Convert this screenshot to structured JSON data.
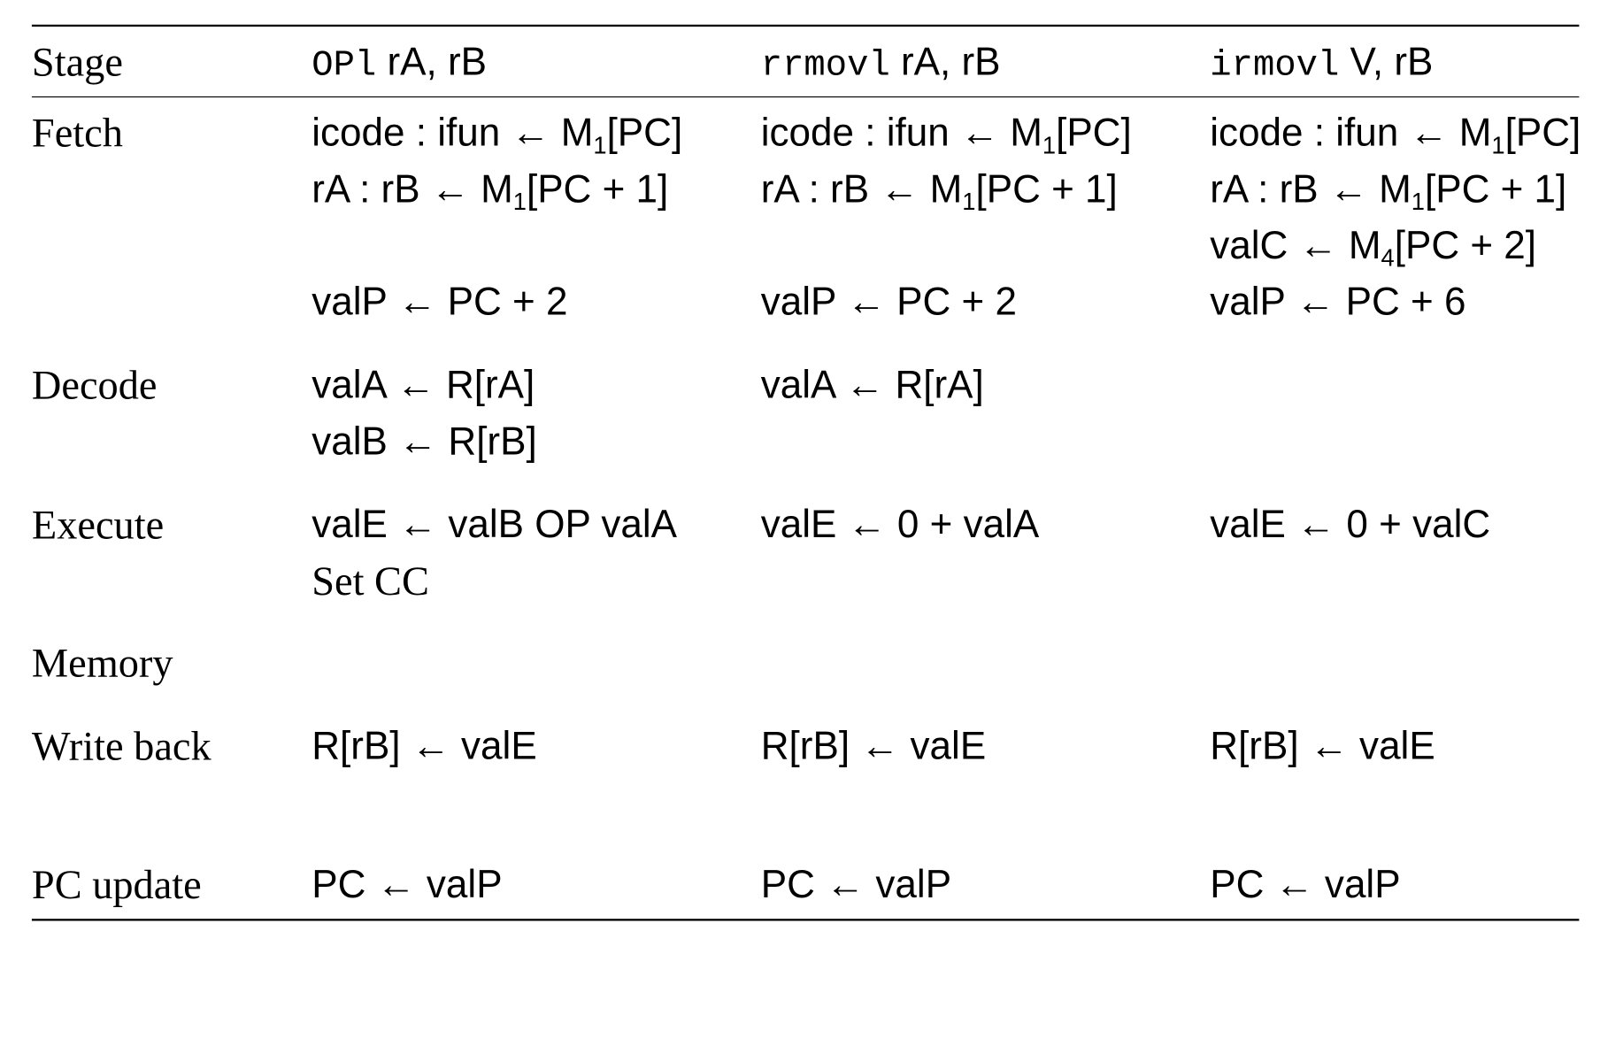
{
  "header": {
    "stage": "Stage",
    "col1_code": "OPl",
    "col1_rest": " rA, rB",
    "col2_code": "rrmovl",
    "col2_rest": " rA, rB",
    "col3_code": "irmovl",
    "col3_rest": " V, rB"
  },
  "stages": {
    "fetch": "Fetch",
    "decode": "Decode",
    "execute": "Execute",
    "memory": "Memory",
    "writeback": "Write back",
    "pcupdate": "PC update"
  },
  "cells": {
    "fetch_icode": "icode : ifun ← M",
    "fetch_icode_sub": "1",
    "fetch_icode_end": "[PC]",
    "fetch_rarb": "rA : rB ← M",
    "fetch_rarb_sub": "1",
    "fetch_rarb_end": "[PC + 1]",
    "fetch_valc": "valC ← M",
    "fetch_valc_sub": "4",
    "fetch_valc_end": "[PC + 2]",
    "valp_2": "valP ← PC + 2",
    "valp_6": "valP ← PC + 6",
    "decode_vala": "valA ← R[rA]",
    "decode_valb": "valB ← R[rB]",
    "exec_op": "valE ← valB OP valA",
    "exec_setcc": "Set CC",
    "exec_rrmovl": "valE ← 0 + valA",
    "exec_irmovl": "valE ← 0 + valC",
    "writeback": "R[rB] ← valE",
    "pcupdate": "PC ← valP"
  }
}
